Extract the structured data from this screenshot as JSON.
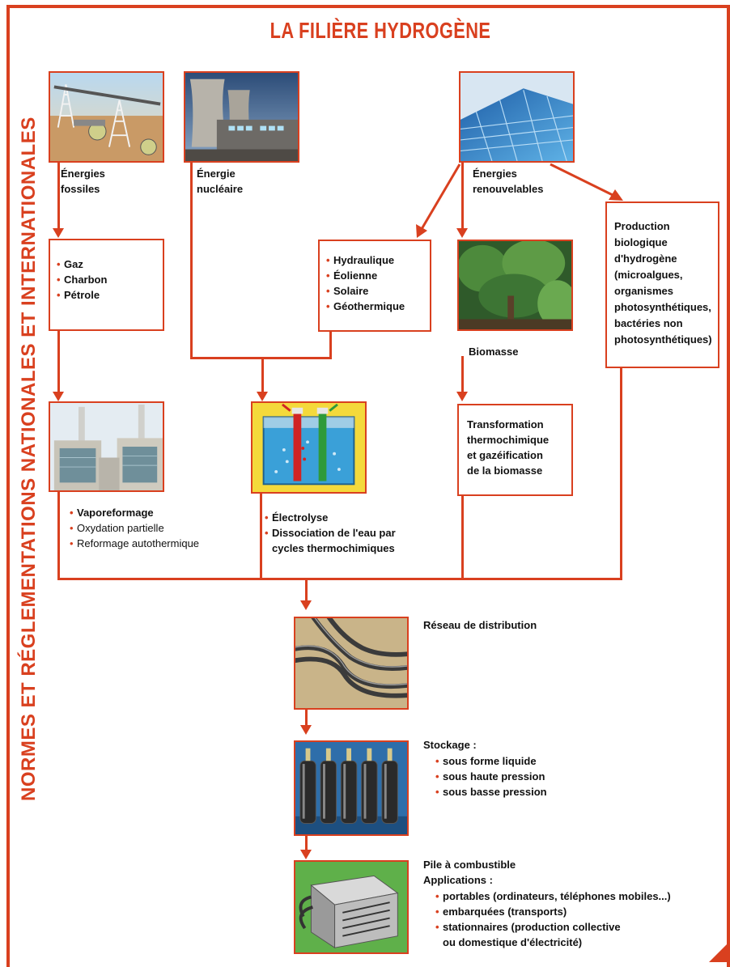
{
  "title": "LA FILIÈRE HYDROGÈNE",
  "side_title": "NORMES ET RÉGLEMENTATIONS NATIONALES ET INTERNATIONALES",
  "sources": {
    "fossil": {
      "line1": "Énergies",
      "line2": "fossiles"
    },
    "nuclear": {
      "line1": "Énergie",
      "line2": "nucléaire"
    },
    "renewable": {
      "line1": "Énergies",
      "line2": "renouvelables"
    }
  },
  "fossil_list": [
    "Gaz",
    "Charbon",
    "Pétrole"
  ],
  "renewable_list": [
    "Hydraulique",
    "Éolienne",
    "Solaire",
    "Géothermique"
  ],
  "biomass_label": "Biomasse",
  "bio_production": [
    "Production",
    "biologique",
    "d'hydrogène",
    "(microalgues,",
    "organismes",
    "photosynthétiques,",
    "bactéries non",
    "photosynthétiques)"
  ],
  "thermo": [
    "Transformation",
    "thermochimique",
    "et gazéification",
    "de la biomasse"
  ],
  "reforming_list": [
    "Vaporeformage",
    "Oxydation partielle",
    "Reformage autothermique"
  ],
  "electrolysis_list": [
    {
      "line1": "Électrolyse"
    },
    {
      "line1": "Dissociation de l'eau par",
      "line2": "cycles thermochimiques"
    }
  ],
  "distribution": "Réseau de distribution",
  "storage": {
    "title": "Stockage :",
    "items": [
      "sous forme liquide",
      "sous haute pression",
      "sous basse pression"
    ]
  },
  "fuel_cell": {
    "title": "Pile à combustible",
    "subtitle": "Applications :",
    "items": [
      {
        "line1": "portables (ordinateurs, téléphones mobiles...)"
      },
      {
        "line1": "embarquées (transports)"
      },
      {
        "line1": "stationnaires (production collective",
        "line2": "ou domestique d'électricité)"
      }
    ]
  },
  "colors": {
    "accent": "#d9401f",
    "text": "#111111"
  }
}
